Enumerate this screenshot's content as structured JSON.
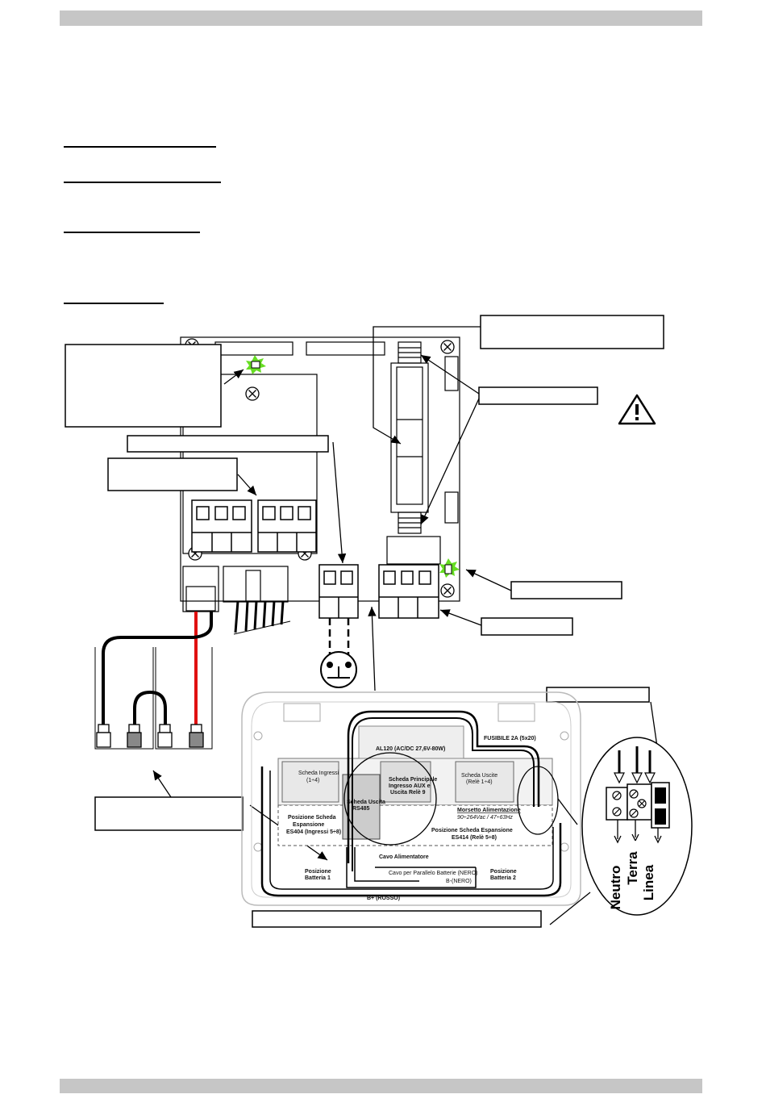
{
  "labels": {
    "scheda_ingressi": "Scheda Ingressi",
    "scheda_ingressi_range": "(1÷4)",
    "scheda_principale_1": "Scheda Principale",
    "scheda_principale_2": "Ingresso AUX e",
    "scheda_principale_3": "Uscita Relè 9",
    "scheda_uscite": "Scheda Uscite",
    "scheda_uscite_range": "(Relè 1÷4)",
    "scheda_uscita_rs485_1": "Scheda Uscita",
    "scheda_uscita_rs485_2": "RS485",
    "al120": "AL120 (AC/DC 27,6V-80W)",
    "fusibile": "FUSIBILE 2A (5x20)",
    "morsetto": "Morsetto Alimentazione",
    "morsetto_spec": "90÷264Vac / 47÷63Hz",
    "pos_es404_1": "Posizione Scheda",
    "pos_es404_2": "Espansione",
    "pos_es404_3": "ES404 (Ingressi 5÷8)",
    "pos_es414_1": "Posizione Scheda Espansione",
    "pos_es414_2": "ES414 (Relè 5÷8)",
    "cavo_alimentatore": "Cavo Alimentatore",
    "cavo_parallelo": "Cavo per Parallelo Batterie (NERO)",
    "b_minus": "B-(NERO)",
    "b_plus": "B+ (ROSSO)",
    "pos_batt1_1": "Posizione",
    "pos_batt1_2": "Batteria 1",
    "pos_batt2_1": "Posizione",
    "pos_batt2_2": "Batteria 2",
    "neutro": "Neutro",
    "terra": "Terra",
    "linea": "Linea"
  },
  "colors": {
    "header_bar": "#c6c6c6",
    "led_green": "#66dd22",
    "wire_red": "#e01010",
    "wire_black": "#000000"
  },
  "icons": [
    "warning-icon",
    "ground-symbol",
    "screw-icon",
    "led-indicator"
  ]
}
